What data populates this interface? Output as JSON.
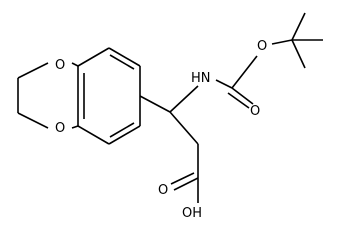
{
  "structure": {
    "atom_labels": {
      "ring_oxygen_top": "O",
      "ring_oxygen_bottom": "O",
      "carbamate_nh": "HN",
      "carbamate_ester_oxygen": "O",
      "carbamate_carbonyl_oxygen": "O",
      "acid_carbonyl_oxygen": "O",
      "acid_hydroxyl": "OH"
    }
  },
  "colors": {
    "bond": "#000000",
    "label": "#000000",
    "background": "#ffffff"
  }
}
